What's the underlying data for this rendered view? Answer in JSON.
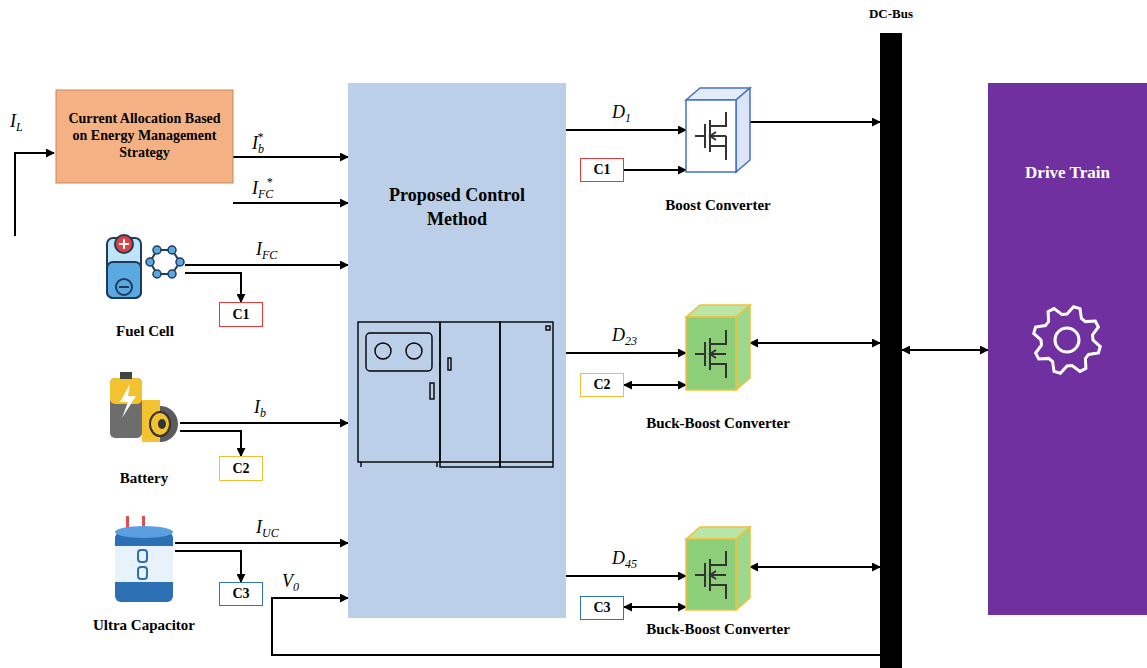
{
  "diagram": {
    "nodes": [
      {
        "text": [
          "Current Allocation Based on Energy Management Strategy"
        ]
      },
      {
        "text": [
          "Proposed Control Method"
        ]
      },
      {
        "text": [
          "Fuel Cell"
        ]
      },
      {
        "text": [
          "C1"
        ]
      },
      {
        "text": [
          "Battery"
        ]
      },
      {
        "text": [
          "C2"
        ]
      },
      {
        "text": [
          "Ultra Capacitor"
        ]
      },
      {
        "text": [
          "C3"
        ]
      },
      {
        "text": [
          "Boost Converter"
        ]
      },
      {
        "text": [
          "C1"
        ]
      },
      {
        "text": [
          "Buck-Boost Converter"
        ]
      },
      {
        "text": [
          "C2"
        ]
      },
      {
        "text": [
          "Buck-Boost Converter"
        ]
      },
      {
        "text": [
          "C3"
        ]
      },
      {
        "text": [
          "DC-Bus"
        ]
      },
      {
        "text": [
          "Drive Train"
        ]
      }
    ],
    "edges": [
      {
        "from": 0,
        "to": 1,
        "arrow": "to",
        "label": "Ib*"
      },
      {
        "from": 0,
        "to": 1,
        "arrow": "to",
        "label": "IFC*"
      },
      {
        "from": 2,
        "to": 1,
        "arrow": "to",
        "label": "IFC"
      },
      {
        "from": 2,
        "to": 3,
        "arrow": "to"
      },
      {
        "from": 4,
        "to": 1,
        "arrow": "to",
        "label": "Ib"
      },
      {
        "from": 4,
        "to": 5,
        "arrow": "to"
      },
      {
        "from": 6,
        "to": 1,
        "arrow": "to",
        "label": "IUC"
      },
      {
        "from": 6,
        "to": 7,
        "arrow": "to"
      },
      {
        "from": 14,
        "to": 1,
        "arrow": "to",
        "label": "V0"
      },
      {
        "from": 1,
        "to": 8,
        "arrow": "to",
        "label": "D1"
      },
      {
        "from": 9,
        "to": 8,
        "arrow": "to"
      },
      {
        "from": 8,
        "to": 14,
        "arrow": "to"
      },
      {
        "from": 1,
        "to": 10,
        "arrow": "to",
        "label": "D23"
      },
      {
        "from": 11,
        "to": 10,
        "arrow": "both"
      },
      {
        "from": 10,
        "to": 14,
        "arrow": "both"
      },
      {
        "from": 1,
        "to": 12,
        "arrow": "to",
        "label": "D45"
      },
      {
        "from": 13,
        "to": 12,
        "arrow": "both"
      },
      {
        "from": 12,
        "to": 14,
        "arrow": "both"
      },
      {
        "from": 14,
        "to": 15,
        "arrow": "both"
      }
    ],
    "labels": [
      "IL"
    ]
  }
}
